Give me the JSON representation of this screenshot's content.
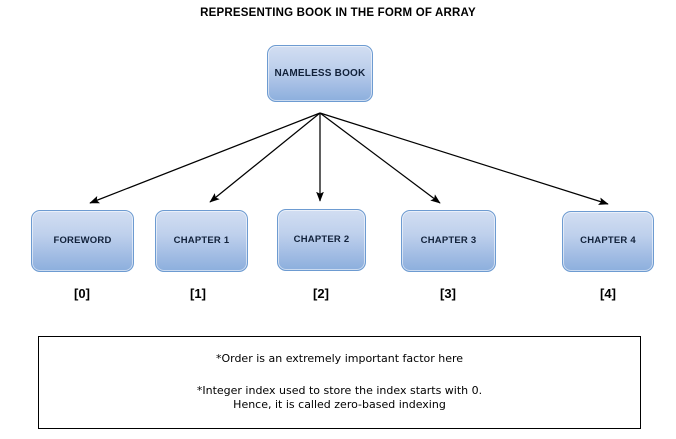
{
  "title": "REPRESENTING BOOK IN THE FORM OF ARRAY",
  "root": {
    "label": "NAMELESS BOOK"
  },
  "elements": [
    {
      "label": "FOREWORD",
      "index": "[0]"
    },
    {
      "label": "CHAPTER 1",
      "index": "[1]"
    },
    {
      "label": "CHAPTER 2",
      "index": "[2]"
    },
    {
      "label": "CHAPTER 3",
      "index": "[3]"
    },
    {
      "label": "CHAPTER 4",
      "index": "[4]"
    }
  ],
  "note": {
    "line1": "*Order is an extremely important factor here",
    "line2": "*Integer index used to store the index starts with 0.",
    "line3": "Hence, it is called zero-based indexing"
  },
  "colors": {
    "box_fill_top": "#d2def2",
    "box_fill_bottom": "#8cafdd",
    "box_border": "#6d9bd1",
    "arrow": "#000000",
    "text": "#000000",
    "background": "#ffffff"
  }
}
